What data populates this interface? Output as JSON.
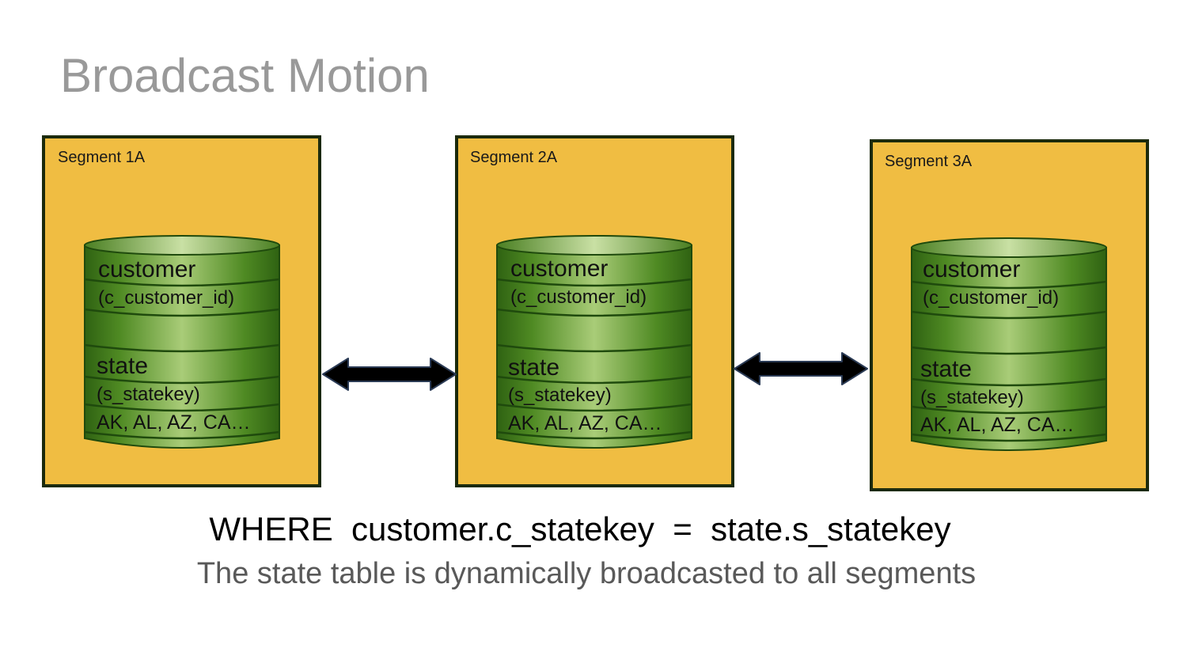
{
  "title": "Broadcast Motion",
  "colors": {
    "segment_fill": "#f0bd42",
    "segment_border": "#1b2a0c",
    "cylinder_green": "#4f8a23",
    "arrow": "#000000"
  },
  "segments": [
    {
      "label": "Segment 1A",
      "table1_name": "customer",
      "table1_key": "(c_customer_id)",
      "table2_name": "state",
      "table2_key": "(s_statekey)",
      "table2_values": "AK, AL, AZ, CA…"
    },
    {
      "label": "Segment 2A",
      "table1_name": "customer",
      "table1_key": "(c_customer_id)",
      "table2_name": "state",
      "table2_key": "(s_statekey)",
      "table2_values": "AK, AL, AZ, CA…"
    },
    {
      "label": "Segment 3A",
      "table1_name": "customer",
      "table1_key": "(c_customer_id)",
      "table2_name": "state",
      "table2_key": "(s_statekey)",
      "table2_values": "AK, AL, AZ, CA…"
    }
  ],
  "where_clause": "WHERE  customer.c_statekey  =  state.s_statekey",
  "caption": "The state table is dynamically broadcasted to all segments"
}
